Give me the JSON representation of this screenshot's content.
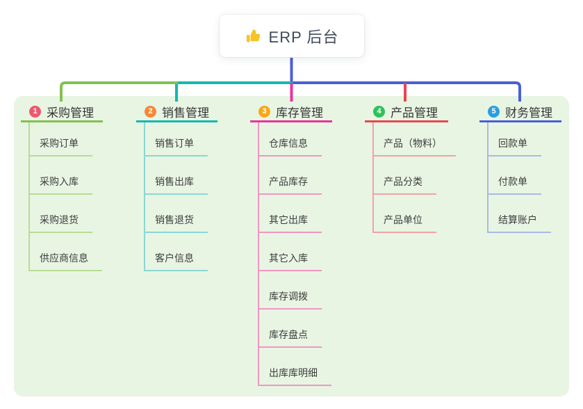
{
  "root": {
    "icon": "thumbs-up-icon",
    "label": "ERP 后台"
  },
  "colors": {
    "panel_bg": "#e8f5e3",
    "root_wire": "#4a5fd5",
    "thumb_yellow": "#f7c325"
  },
  "branches": [
    {
      "index": "1",
      "label": "采购管理",
      "badge_color": "#f0566e",
      "line_color": "#82c14f",
      "light_color": "#b7dc92",
      "children": [
        "采购订单",
        "采购入库",
        "采购退货",
        "供应商信息"
      ]
    },
    {
      "index": "2",
      "label": "销售管理",
      "badge_color": "#f58838",
      "line_color": "#14b8b1",
      "light_color": "#8ad8d2",
      "children": [
        "销售订单",
        "销售出库",
        "销售退货",
        "客户信息"
      ]
    },
    {
      "index": "3",
      "label": "库存管理",
      "badge_color": "#f8a818",
      "line_color": "#e8359b",
      "light_color": "#f096c2",
      "children": [
        "仓库信息",
        "产品库存",
        "其它出库",
        "其它入库",
        "库存调拨",
        "库存盘点",
        "出库库明细"
      ]
    },
    {
      "index": "4",
      "label": "产品管理",
      "badge_color": "#2fc25b",
      "line_color": "#e84652",
      "light_color": "#f3a1a5",
      "children": [
        "产品（物料）",
        "产品分类",
        "产品单位"
      ]
    },
    {
      "index": "5",
      "label": "财务管理",
      "badge_color": "#2a9fe0",
      "line_color": "#4a5fd5",
      "light_color": "#a9b9e4",
      "children": [
        "回款单",
        "付款单",
        "结算账户"
      ]
    }
  ]
}
